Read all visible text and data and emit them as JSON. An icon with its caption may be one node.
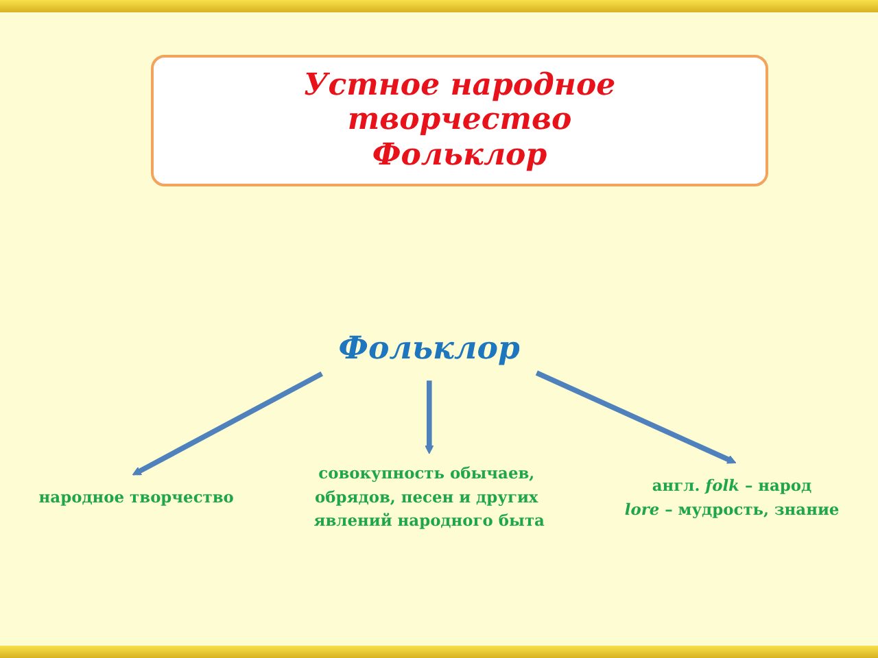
{
  "diagram": {
    "title": "Устное народное творчество Фольклор",
    "nodes": [
      {
        "text": [
          "Фольклор"
        ]
      },
      {
        "text": [
          "народное творчество"
        ]
      },
      {
        "text": [
          "англ. *folk* – народ",
          "*lore* – мудрость, знание"
        ]
      },
      {
        "text": [
          "совокупность обычаев, обрядов, песен и других явлений народного быта"
        ]
      }
    ],
    "edges": [
      {
        "from": 0,
        "to": 1,
        "arrow": "to"
      },
      {
        "from": 0,
        "to": 3,
        "arrow": "to"
      },
      {
        "from": 0,
        "to": 2,
        "arrow": "to"
      }
    ]
  }
}
